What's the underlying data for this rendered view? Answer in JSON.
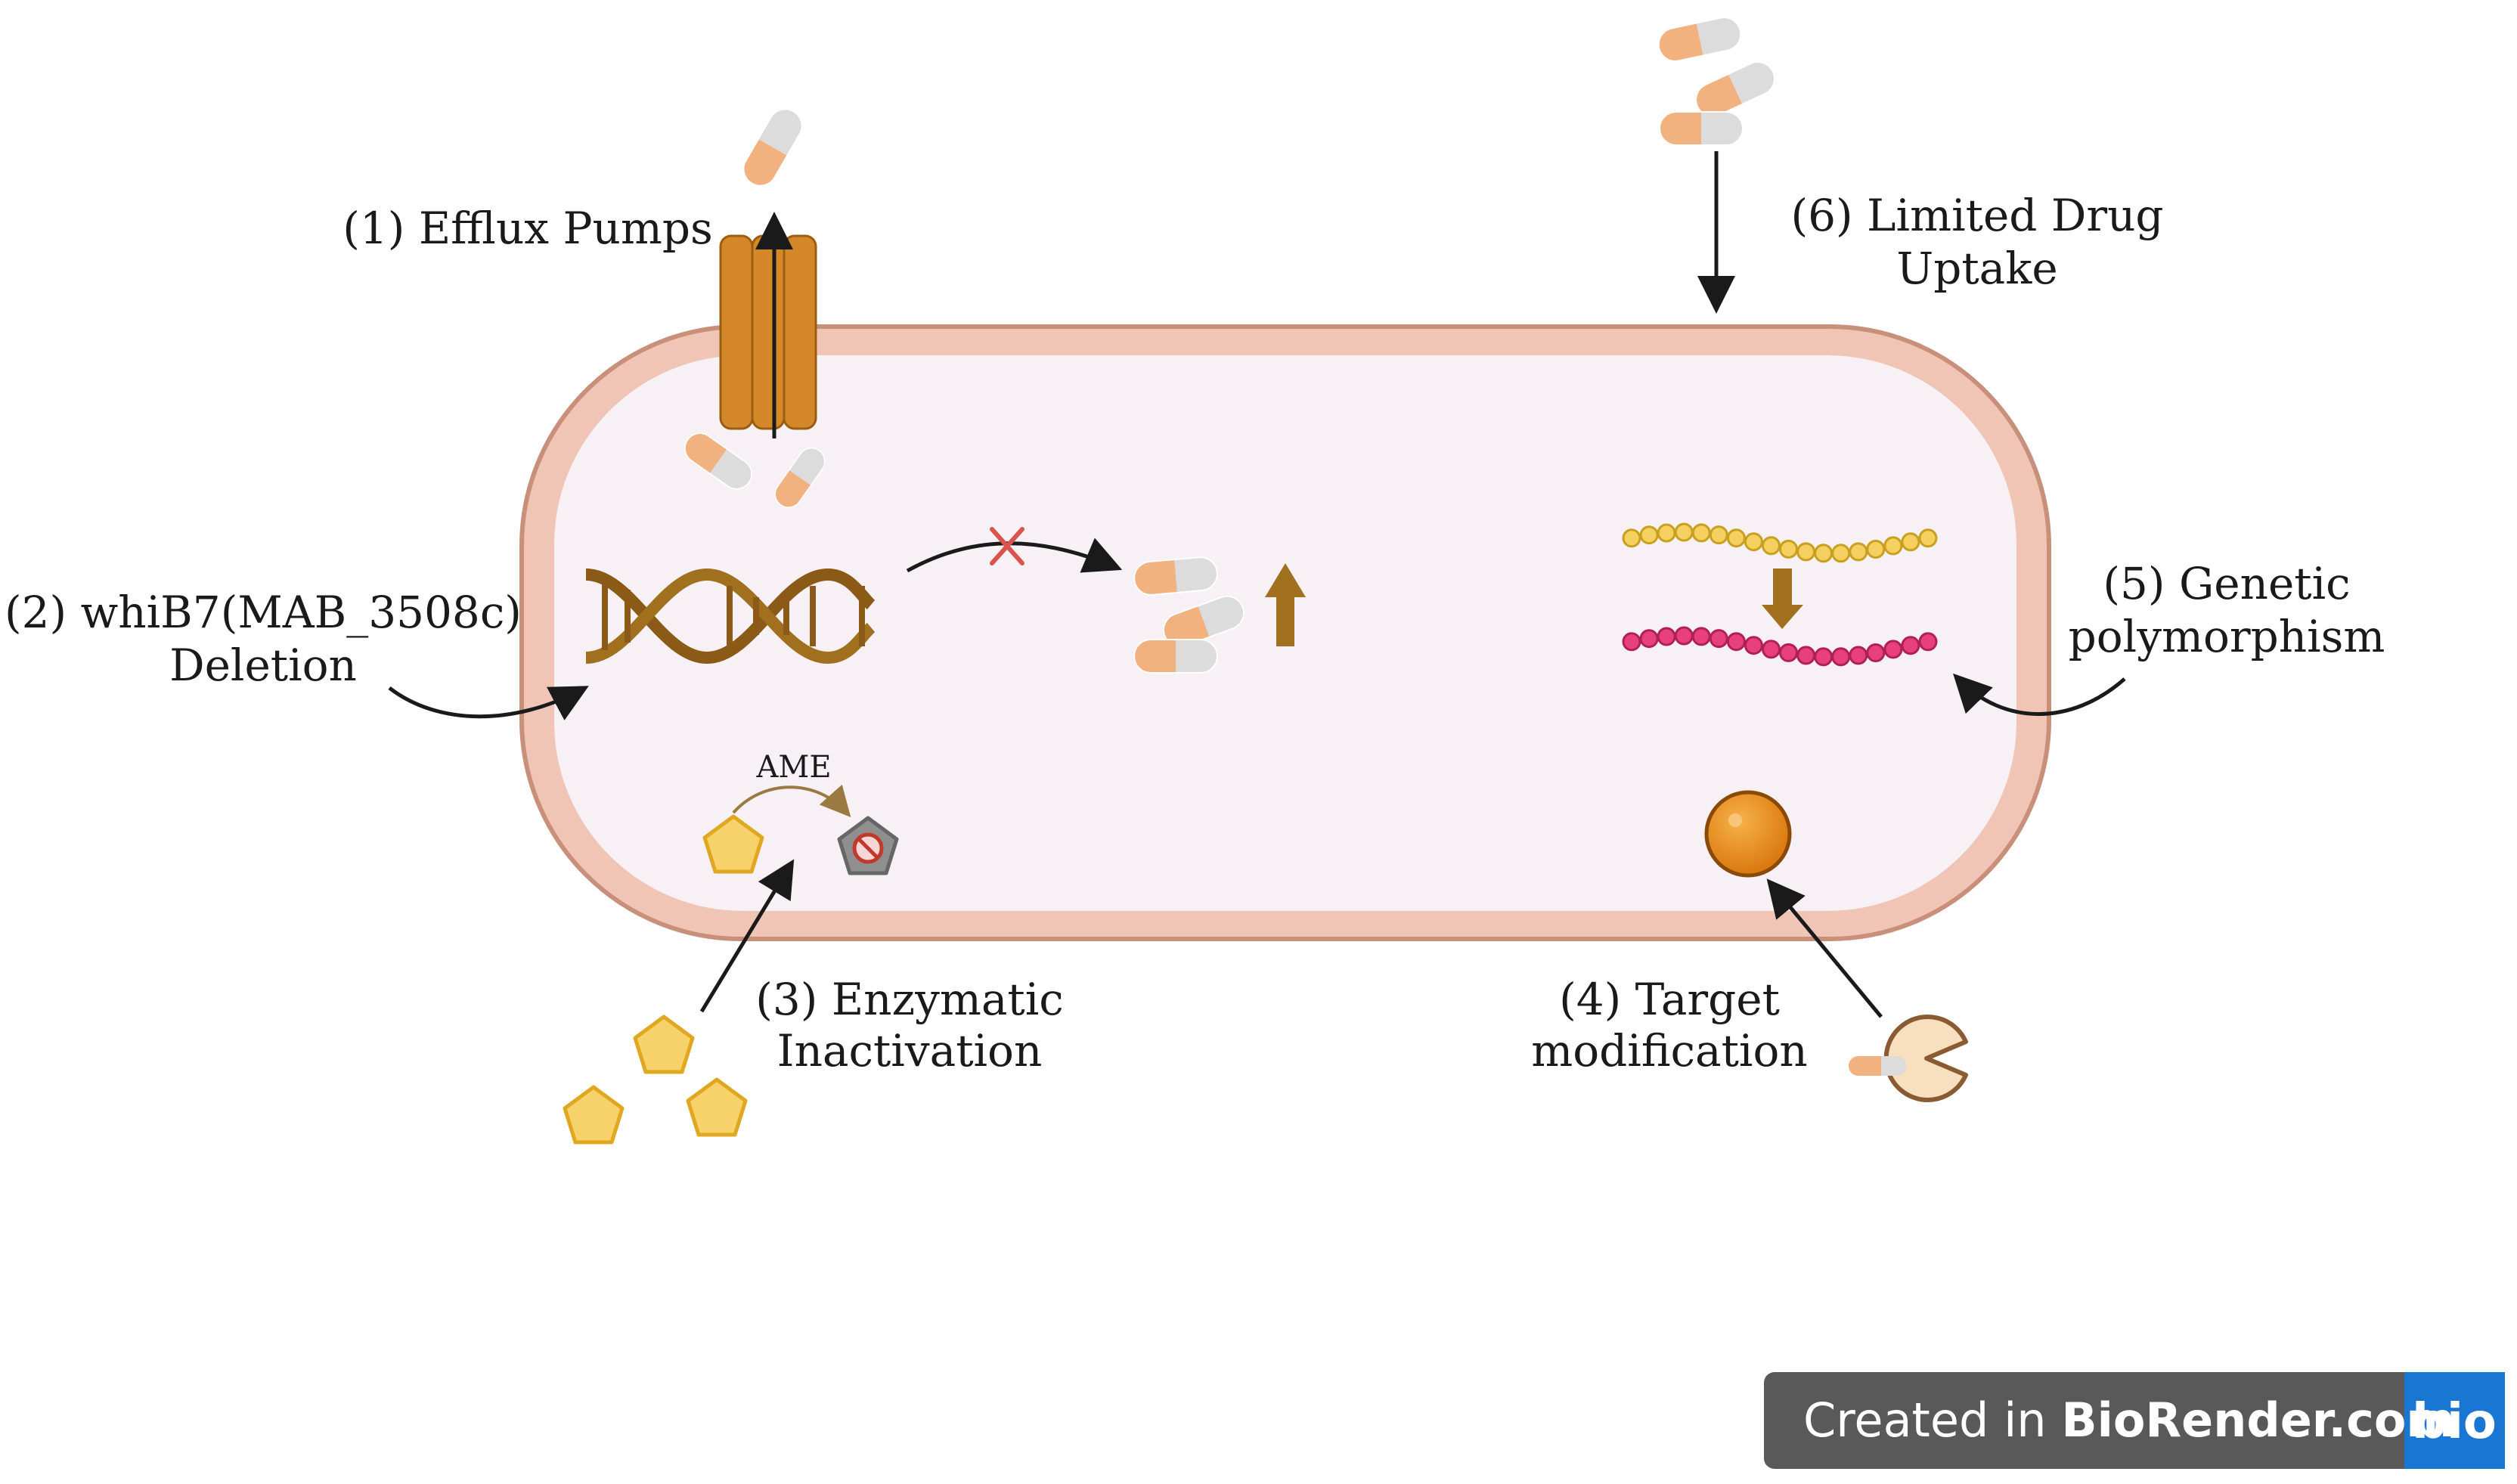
{
  "labels": {
    "efflux": "(1) Efflux Pumps",
    "whib7_line1": "(2) whiB7(MAB_3508c)",
    "whib7_line2": "Deletion",
    "enzymatic_line1": "(3) Enzymatic",
    "enzymatic_line2": "Inactivation",
    "target_line1": "(4) Target",
    "target_line2": "modification",
    "genetic_line1": "(5) Genetic",
    "genetic_line2": "polymorphism",
    "uptake_line1": "(6) Limited Drug",
    "uptake_line2": "Uptake",
    "ame": "AME"
  },
  "watermark": {
    "prefix": "Created in ",
    "brand": "BioRender.com",
    "logo": "bio"
  },
  "colors": {
    "cell_wall": "#f0c5b5",
    "cell_wall_edge": "#c8907a",
    "cytoplasm": "#f7f0f4",
    "pump": "#d4882a",
    "dna": "#8a5a16",
    "pill_orange": "#f2b27f",
    "pill_gray": "#dcdcdc",
    "pentagon": "#f7d16a",
    "bead_yellow": "#f5d060",
    "bead_pink": "#e8407a",
    "target_sphere": "#e38a1a",
    "watermark_bg": "#595959",
    "watermark_logo_bg": "#1976d2"
  }
}
